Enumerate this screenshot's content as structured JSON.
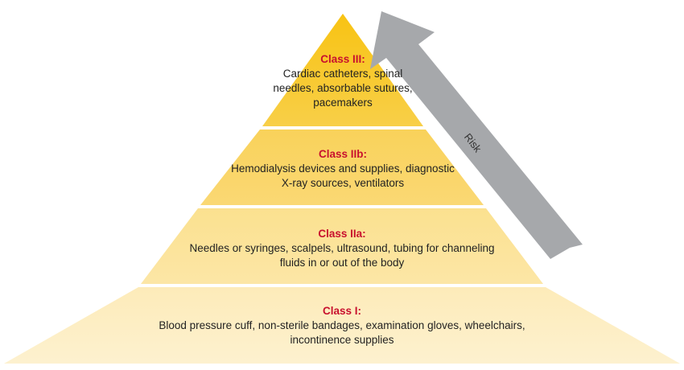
{
  "pyramid": {
    "tiers": [
      {
        "title": "Class III:",
        "description": "Cardiac catheters, spinal needles, absorbable sutures, pacemakers"
      },
      {
        "title": "Class IIb:",
        "description": "Hemodialysis devices and supplies, diagnostic X-ray sources, ventilators"
      },
      {
        "title": "Class IIa:",
        "description": "Needles or syringes, scalpels, ultrasound, tubing for channeling fluids in or out of the body"
      },
      {
        "title": "Class I:",
        "description": "Blood pressure cuff, non-sterile bandages, examination gloves, wheelchairs, incontinence supplies"
      }
    ]
  },
  "arrow": {
    "label": "Risk",
    "direction": "up"
  },
  "colors": {
    "title_red": "#c8102e",
    "arrow_gray": "#a6a8ab",
    "tier_top": "#f7c21b",
    "tier_bottom": "#fdf0c8"
  }
}
